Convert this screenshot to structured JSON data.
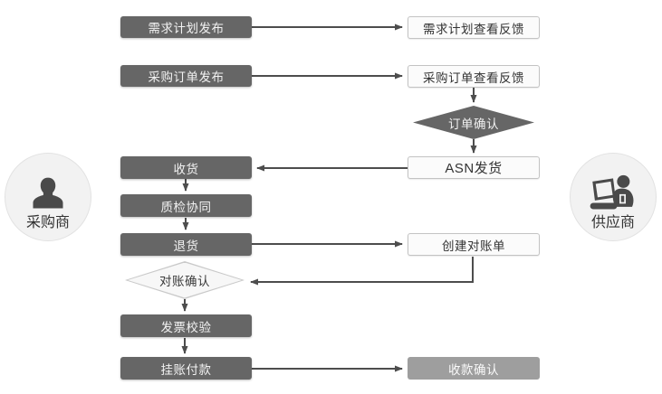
{
  "actors": {
    "buyer": {
      "label": "采购商",
      "icon": "person-icon"
    },
    "supplier": {
      "label": "供应商",
      "icon": "person-laptop-icon"
    }
  },
  "nodes": {
    "demand_plan_publish": {
      "label": "需求计划发布",
      "type": "process-dark"
    },
    "demand_plan_feedback": {
      "label": "需求计划查看反馈",
      "type": "process-light"
    },
    "po_publish": {
      "label": "采购订单发布",
      "type": "process-dark"
    },
    "po_feedback": {
      "label": "采购订单查看反馈",
      "type": "process-light"
    },
    "order_confirm": {
      "label": "订单确认",
      "type": "decision-dark"
    },
    "receive_goods": {
      "label": "收货",
      "type": "process-dark"
    },
    "asn_ship": {
      "label": "ASN发货",
      "type": "process-light"
    },
    "quality_check": {
      "label": "质检协同",
      "type": "process-dark"
    },
    "return_goods": {
      "label": "退货",
      "type": "process-dark"
    },
    "create_statement": {
      "label": "创建对账单",
      "type": "process-light"
    },
    "statement_confirm": {
      "label": "对账确认",
      "type": "decision-light"
    },
    "invoice_check": {
      "label": "发票校验",
      "type": "process-dark"
    },
    "pending_payment": {
      "label": "挂账付款",
      "type": "process-dark"
    },
    "receipt_confirm": {
      "label": "收款确认",
      "type": "process-muted"
    }
  },
  "flows": [
    {
      "from": "demand_plan_publish",
      "to": "demand_plan_feedback"
    },
    {
      "from": "po_publish",
      "to": "po_feedback"
    },
    {
      "from": "po_feedback",
      "to": "order_confirm"
    },
    {
      "from": "order_confirm",
      "to": "asn_ship"
    },
    {
      "from": "asn_ship",
      "to": "receive_goods"
    },
    {
      "from": "receive_goods",
      "to": "quality_check"
    },
    {
      "from": "quality_check",
      "to": "return_goods"
    },
    {
      "from": "return_goods",
      "to": "create_statement"
    },
    {
      "from": "create_statement",
      "to": "statement_confirm"
    },
    {
      "from": "statement_confirm",
      "to": "invoice_check"
    },
    {
      "from": "invoice_check",
      "to": "pending_payment"
    },
    {
      "from": "pending_payment",
      "to": "receipt_confirm"
    }
  ],
  "colors": {
    "dark_node": "#666666",
    "light_node_bg": "#fbfbfb",
    "light_node_border": "#c3c3c3",
    "muted_node": "#9e9e9e",
    "arrow": "#4d4d4d",
    "circle_bg": "#f2f2f2",
    "icon": "#4a4a4a",
    "text_on_dark": "#f2f2f2",
    "text_on_light": "#333333",
    "background": "#ffffff"
  }
}
